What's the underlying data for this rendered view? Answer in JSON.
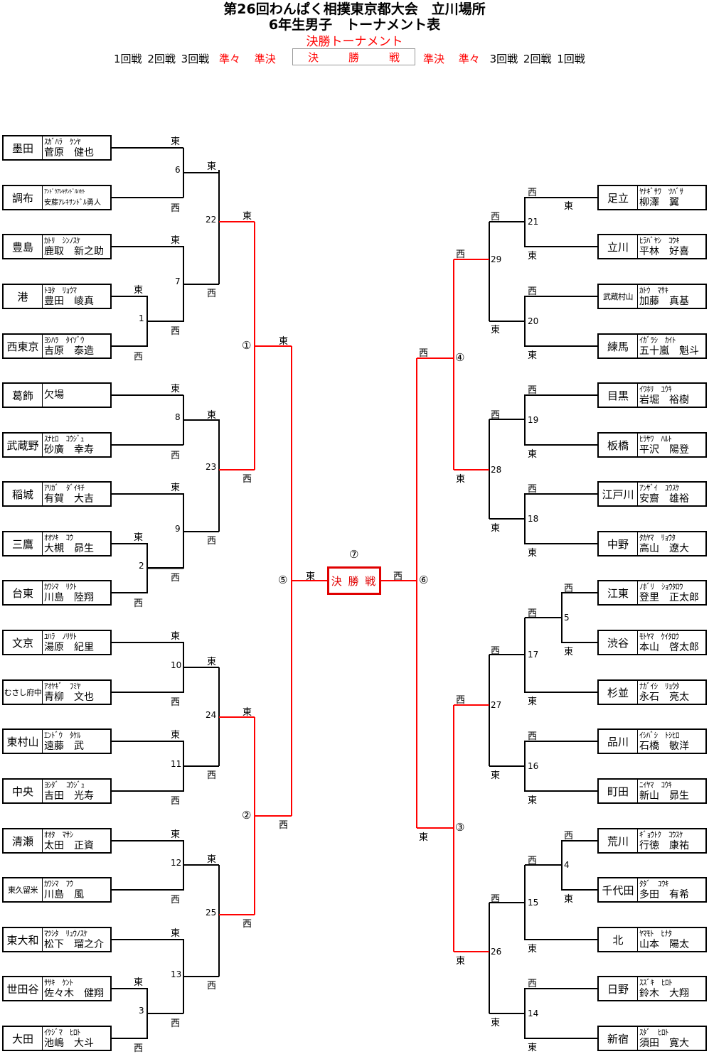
{
  "title": "第26回わんぱく相撲東京都大会　立川場所",
  "subtitle": "6年生男子　トーナメント表",
  "section": "決勝トーナメント",
  "round_labels_left": [
    "1回戦",
    "2回戦",
    "3回戦",
    "準々",
    "準決"
  ],
  "final_header": [
    "決",
    "勝",
    "戦"
  ],
  "round_labels_right": [
    "準決",
    "準々",
    "3回戦",
    "2回戦",
    "1回戦"
  ],
  "final_label": "決 勝 戦",
  "colors": {
    "win_line": "#ff0000",
    "line": "#000000",
    "final_border": "#e00000"
  },
  "left_entries": [
    {
      "ward": "墨田",
      "kana": "ｽｶﾞﾊﾗ　ｹﾝﾔ",
      "name": "菅原　健也"
    },
    {
      "ward": "調布",
      "kana": "ｱﾝﾄﾞｳｱﾚｷｻﾝﾄﾞﾙﾊﾔﾄ",
      "name": "安藤ｱﾚｷｻﾝﾄﾞﾙ勇人"
    },
    {
      "ward": "豊島",
      "kana": "ｶﾄﾘ　ｼﾝﾉｽｹ",
      "name": "鹿取　新之助"
    },
    {
      "ward": "港",
      "kana": "ﾄﾖﾀ　ﾘｮｳﾏ",
      "name": "豊田　崚真"
    },
    {
      "ward": "西東京",
      "kana": "ﾖｼﾊﾗ　ﾀｲｿﾞｳ",
      "name": "吉原　泰造"
    },
    {
      "ward": "葛飾",
      "kana": "",
      "name": "欠場"
    },
    {
      "ward": "武蔵野",
      "kana": "ｽﾅﾋﾛ　ｺｳｼﾞｭ",
      "name": "砂廣　幸寿"
    },
    {
      "ward": "稲城",
      "kana": "ｱﾘｶﾞ　ﾀﾞｲｷﾁ",
      "name": "有賀　大吉"
    },
    {
      "ward": "三鷹",
      "kana": "ｵｵﾂｷ　ｺｳ",
      "name": "大槻　昴生"
    },
    {
      "ward": "台東",
      "kana": "ｶﾜｼﾏ　ﾘｸﾄ",
      "name": "川島　陸翔"
    },
    {
      "ward": "文京",
      "kana": "ﾕﾊﾗ　ﾉﾘｻﾄ",
      "name": "湯原　紀里"
    },
    {
      "ward": "むさし府中",
      "kana": "ｱｵﾔｷﾞ　ﾌﾐﾔ",
      "name": "青柳　文也"
    },
    {
      "ward": "東村山",
      "kana": "ｴﾝﾄﾞｳ　ﾀｹﾙ",
      "name": "遠藤　武"
    },
    {
      "ward": "中央",
      "kana": "ﾖｼﾀﾞ　ｺｳｼﾞｭ",
      "name": "吉田　光寿"
    },
    {
      "ward": "清瀬",
      "kana": "ｵｵﾀ　ﾏｻｼ",
      "name": "太田　正資"
    },
    {
      "ward": "東久留米",
      "kana": "ｶﾜｼﾏ　ﾌｳ",
      "name": "川島　風"
    },
    {
      "ward": "東大和",
      "kana": "ﾏﾂｼﾀ　ﾘｭｳﾉｽｹ",
      "name": "松下　瑠之介"
    },
    {
      "ward": "世田谷",
      "kana": "ｻｻｷ　ｹﾝﾄ",
      "name": "佐々木　健翔"
    },
    {
      "ward": "大田",
      "kana": "ｲｹｼﾞﾏ　ﾋﾛﾄ",
      "name": "池嶋　大斗"
    }
  ],
  "right_entries": [
    {
      "ward": "足立",
      "kana": "ﾔﾅｷﾞｻﾜ　ﾂﾊﾞｻ",
      "name": "柳澤　翼"
    },
    {
      "ward": "立川",
      "kana": "ﾋﾗﾊﾞﾔｼ　ｺｳｷ",
      "name": "平林　好喜"
    },
    {
      "ward": "武蔵村山",
      "kana": "ｶﾄｳ　ﾏｻｷ",
      "name": "加藤　真基"
    },
    {
      "ward": "練馬",
      "kana": "ｲｶﾞﾗｼ　ｶｲﾄ",
      "name": "五十嵐　魁斗"
    },
    {
      "ward": "目黒",
      "kana": "ｲﾜﾎﾘ　ﾕｳｷ",
      "name": "岩堀　裕樹"
    },
    {
      "ward": "板橋",
      "kana": "ﾋﾗｻﾜ　ﾊﾙﾄ",
      "name": "平沢　陽登"
    },
    {
      "ward": "江戸川",
      "kana": "ｱﾝｻﾞｲ　ﾕｳｽｹ",
      "name": "安齋　雄裕"
    },
    {
      "ward": "中野",
      "kana": "ﾀｶﾔﾏ　ﾘｮｳﾀ",
      "name": "高山　遼大"
    },
    {
      "ward": "江東",
      "kana": "ﾉﾎﾞﾘ　ｼｮｳﾀﾛｳ",
      "name": "登里　正太郎"
    },
    {
      "ward": "渋谷",
      "kana": "ﾓﾄﾔﾏ　ｹｲﾀﾛｳ",
      "name": "本山　啓太郎"
    },
    {
      "ward": "杉並",
      "kana": "ﾅｶﾞｲｼ　ﾘｮｳﾀ",
      "name": "永石　亮太"
    },
    {
      "ward": "品川",
      "kana": "ｲｼﾊﾞｼ　ﾄｼﾋﾛ",
      "name": "石橋　敏洋"
    },
    {
      "ward": "町田",
      "kana": "ﾆｲﾔﾏ　ｺｳｷ",
      "name": "新山　昴生"
    },
    {
      "ward": "荒川",
      "kana": "ｷﾞｮｳﾄｸ　ｺｳｽｹ",
      "name": "行徳　康祐"
    },
    {
      "ward": "千代田",
      "kana": "ﾀﾀﾞ　ﾕｳｷ",
      "name": "多田　有希"
    },
    {
      "ward": "北",
      "kana": "ﾔﾏﾓﾄ　ﾋﾅﾀ",
      "name": "山本　陽太"
    },
    {
      "ward": "日野",
      "kana": "ｽｽﾞｷ　ﾋﾛﾄ",
      "name": "鈴木　大翔"
    },
    {
      "ward": "新宿",
      "kana": "ｽﾀﾞ　ﾋﾛﾄ",
      "name": "須田　寛大"
    }
  ],
  "side_labels": {
    "east": "東",
    "west": "西"
  },
  "match_numbers": [
    "1",
    "2",
    "3",
    "4",
    "5",
    "6",
    "7",
    "8",
    "9",
    "10",
    "11",
    "12",
    "13",
    "14",
    "15",
    "16",
    "17",
    "18",
    "19",
    "20",
    "21",
    "22",
    "23",
    "24",
    "25",
    "26",
    "27",
    "28",
    "29"
  ],
  "circled_numbers": [
    "①",
    "②",
    "③",
    "④",
    "⑤",
    "⑥",
    "⑦"
  ]
}
